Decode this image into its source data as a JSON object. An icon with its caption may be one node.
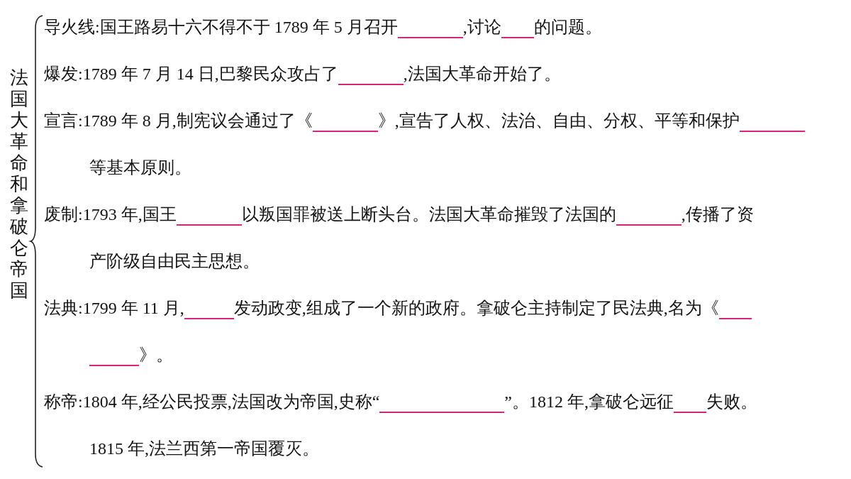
{
  "diagram": {
    "labels": [
      "法国大革命和拿破仑帝国",
      "导火线:国王路易十六不得不于 1789 年 5 月召开",
      ",讨论",
      "的问题。",
      "爆发:1789 年 7 月 14 日,巴黎民众攻占了",
      ",法国大革命开始了。",
      "宣言:1789 年 8 月,制宪议会通过了《",
      "》,宣告了人权、法治、自由、分权、平等和保护",
      "等基本原则。",
      "废制:1793 年,国王",
      "以叛国罪被送上断头台。法国大革命摧毁了法国的",
      ",传播了资",
      "产阶级自由民主思想。",
      "法典:1799 年 11 月,",
      "发动政变,组成了一个新的政府。拿破仑主持制定了民法典,名为《",
      "》。",
      "称帝:1804 年,经公民投票,法国改为帝国,史称“",
      "”。1812 年,拿破仑远征",
      "失败。",
      "1815 年,法兰西第一帝国覆灭。"
    ]
  }
}
